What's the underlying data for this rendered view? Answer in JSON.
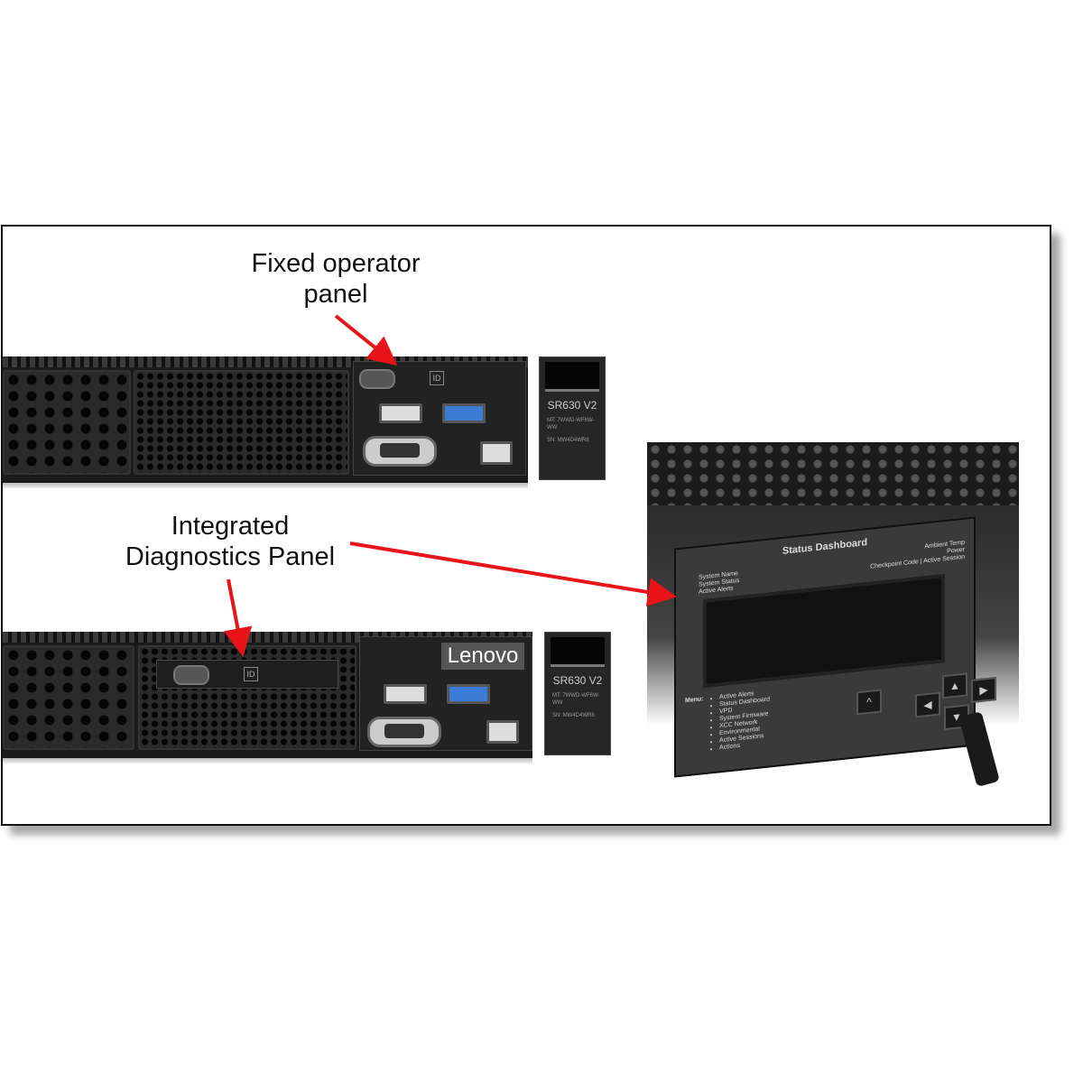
{
  "labels": {
    "fixed_operator_panel": [
      "Fixed operator",
      "panel"
    ],
    "integrated_diagnostics_panel": [
      "Integrated",
      "Diagnostics Panel"
    ]
  },
  "server": {
    "model": "SR630 V2",
    "brand": "Lenovo",
    "id_button": "ID",
    "tag_mt": "MT: 7WWD-WF6W-WW",
    "tag_sn": "SN: MW4D4WR8"
  },
  "diagnostics_panel": {
    "title": "Status Dashboard",
    "left_fields": [
      "System Name",
      "System Status",
      "Active Alerts"
    ],
    "right_fields": [
      "Ambient Temp",
      "Power",
      "Checkpoint Code | Active Session"
    ],
    "menu_label": "Menu:",
    "menu_items": [
      "Active Alerts",
      "Status Dashboard",
      "VPD",
      "System Firmware",
      "XCC Network",
      "Environmental",
      "Active Sessions",
      "Actions"
    ],
    "keys": {
      "back": "^",
      "up": "▲",
      "down": "▼",
      "left": "◀",
      "right": "▶"
    }
  },
  "colors": {
    "arrow": "#e8141a",
    "bezel": "#1b1b1b"
  }
}
